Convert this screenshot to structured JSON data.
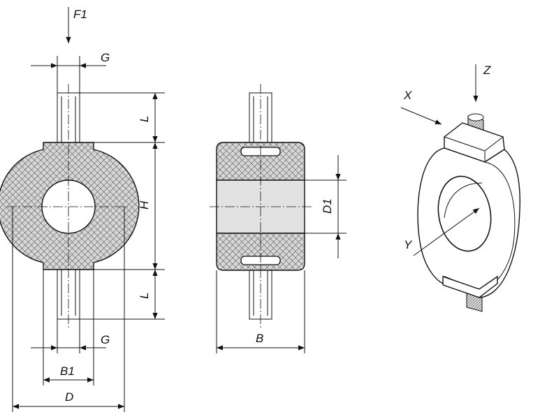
{
  "diagram": {
    "front_view": {
      "labels": {
        "force": "F1",
        "thread_top": "G",
        "length_top": "L",
        "height": "H",
        "length_bottom": "L",
        "thread_bottom": "G",
        "base_width": "B1",
        "diameter": "D"
      }
    },
    "side_view": {
      "labels": {
        "bore": "D1",
        "width": "B"
      }
    },
    "iso_view": {
      "labels": {
        "axis_x": "X",
        "axis_y": "Y",
        "axis_z": "Z"
      }
    },
    "colors": {
      "line": "#111111",
      "rubber_fill": "#d6d6d6",
      "bore_fill": "#e2e2e2",
      "thread_fill": "#dcdcdc"
    }
  }
}
